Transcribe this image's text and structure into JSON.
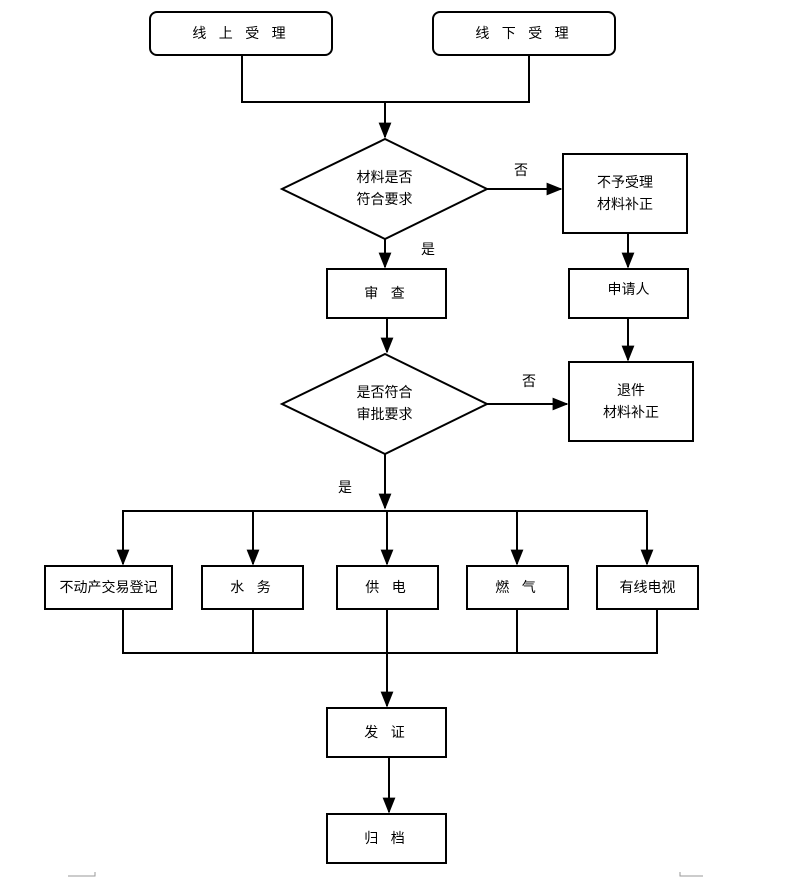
{
  "nodes": {
    "online": "线 上 受 理",
    "offline": "线 下 受 理",
    "decision1_line1": "材料是否",
    "decision1_line2": "符合要求",
    "reject1_line1": "不予受理",
    "reject1_line2": "材料补正",
    "review": "审 查",
    "applicant": "申请人",
    "decision2_line1": "是否符合",
    "decision2_line2": "审批要求",
    "return_line1": "退件",
    "return_line2": "材料补正",
    "realestate": "不动产交易登记",
    "water": "水 务",
    "power": "供 电",
    "gas": "燃 气",
    "cable": "有线电视",
    "certificate": "发 证",
    "archive": "归 档"
  },
  "edge_labels": {
    "no1": "否",
    "yes1": "是",
    "no2": "否",
    "yes2": "是"
  }
}
